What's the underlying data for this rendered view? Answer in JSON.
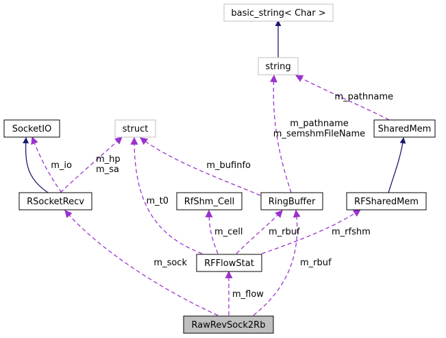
{
  "title": "RawRevSock2Rb collaboration graph",
  "colors": {
    "inherit_edge": "#191970",
    "usage_edge": "#9a32cd",
    "node_border": "#000000",
    "external_node_border": "#bfbfbf",
    "focus_fill": "#bfbfbf",
    "node_fill": "#ffffff"
  },
  "nodes": {
    "basic_string": "basic_string< Char >",
    "string": "string",
    "socketio": "SocketIO",
    "struct": "struct",
    "sharedmem": "SharedMem",
    "rsocketrecv": "RSocketRecv",
    "rfshm_cell": "RfShm_Cell",
    "ringbuffer": "RingBuffer",
    "rfsharedmem": "RFSharedMem",
    "rfflowstat": "RFFlowStat",
    "rawrevsock2rb": "RawRevSock2Rb"
  },
  "edge_labels": {
    "sharedmem_pathname": "m_pathname",
    "ringbuffer_pathname": "m_pathname",
    "ringbuffer_semshm": "m_semshmFileName",
    "rsocketrecv_io": "m_io",
    "rsocketrecv_hp": "m_hp",
    "rsocketrecv_sa": "m_sa",
    "ringbuffer_bufinfo": "m_bufinfo",
    "rfflowstat_t0": "m_t0",
    "rfflowstat_cell": "m_cell",
    "rfflowstat_rbuf": "m_rbuf",
    "rfflowstat_rfshm": "m_rfshm",
    "raw_sock": "m_sock",
    "raw_flow": "m_flow",
    "raw_rbuf": "m_rbuf"
  }
}
